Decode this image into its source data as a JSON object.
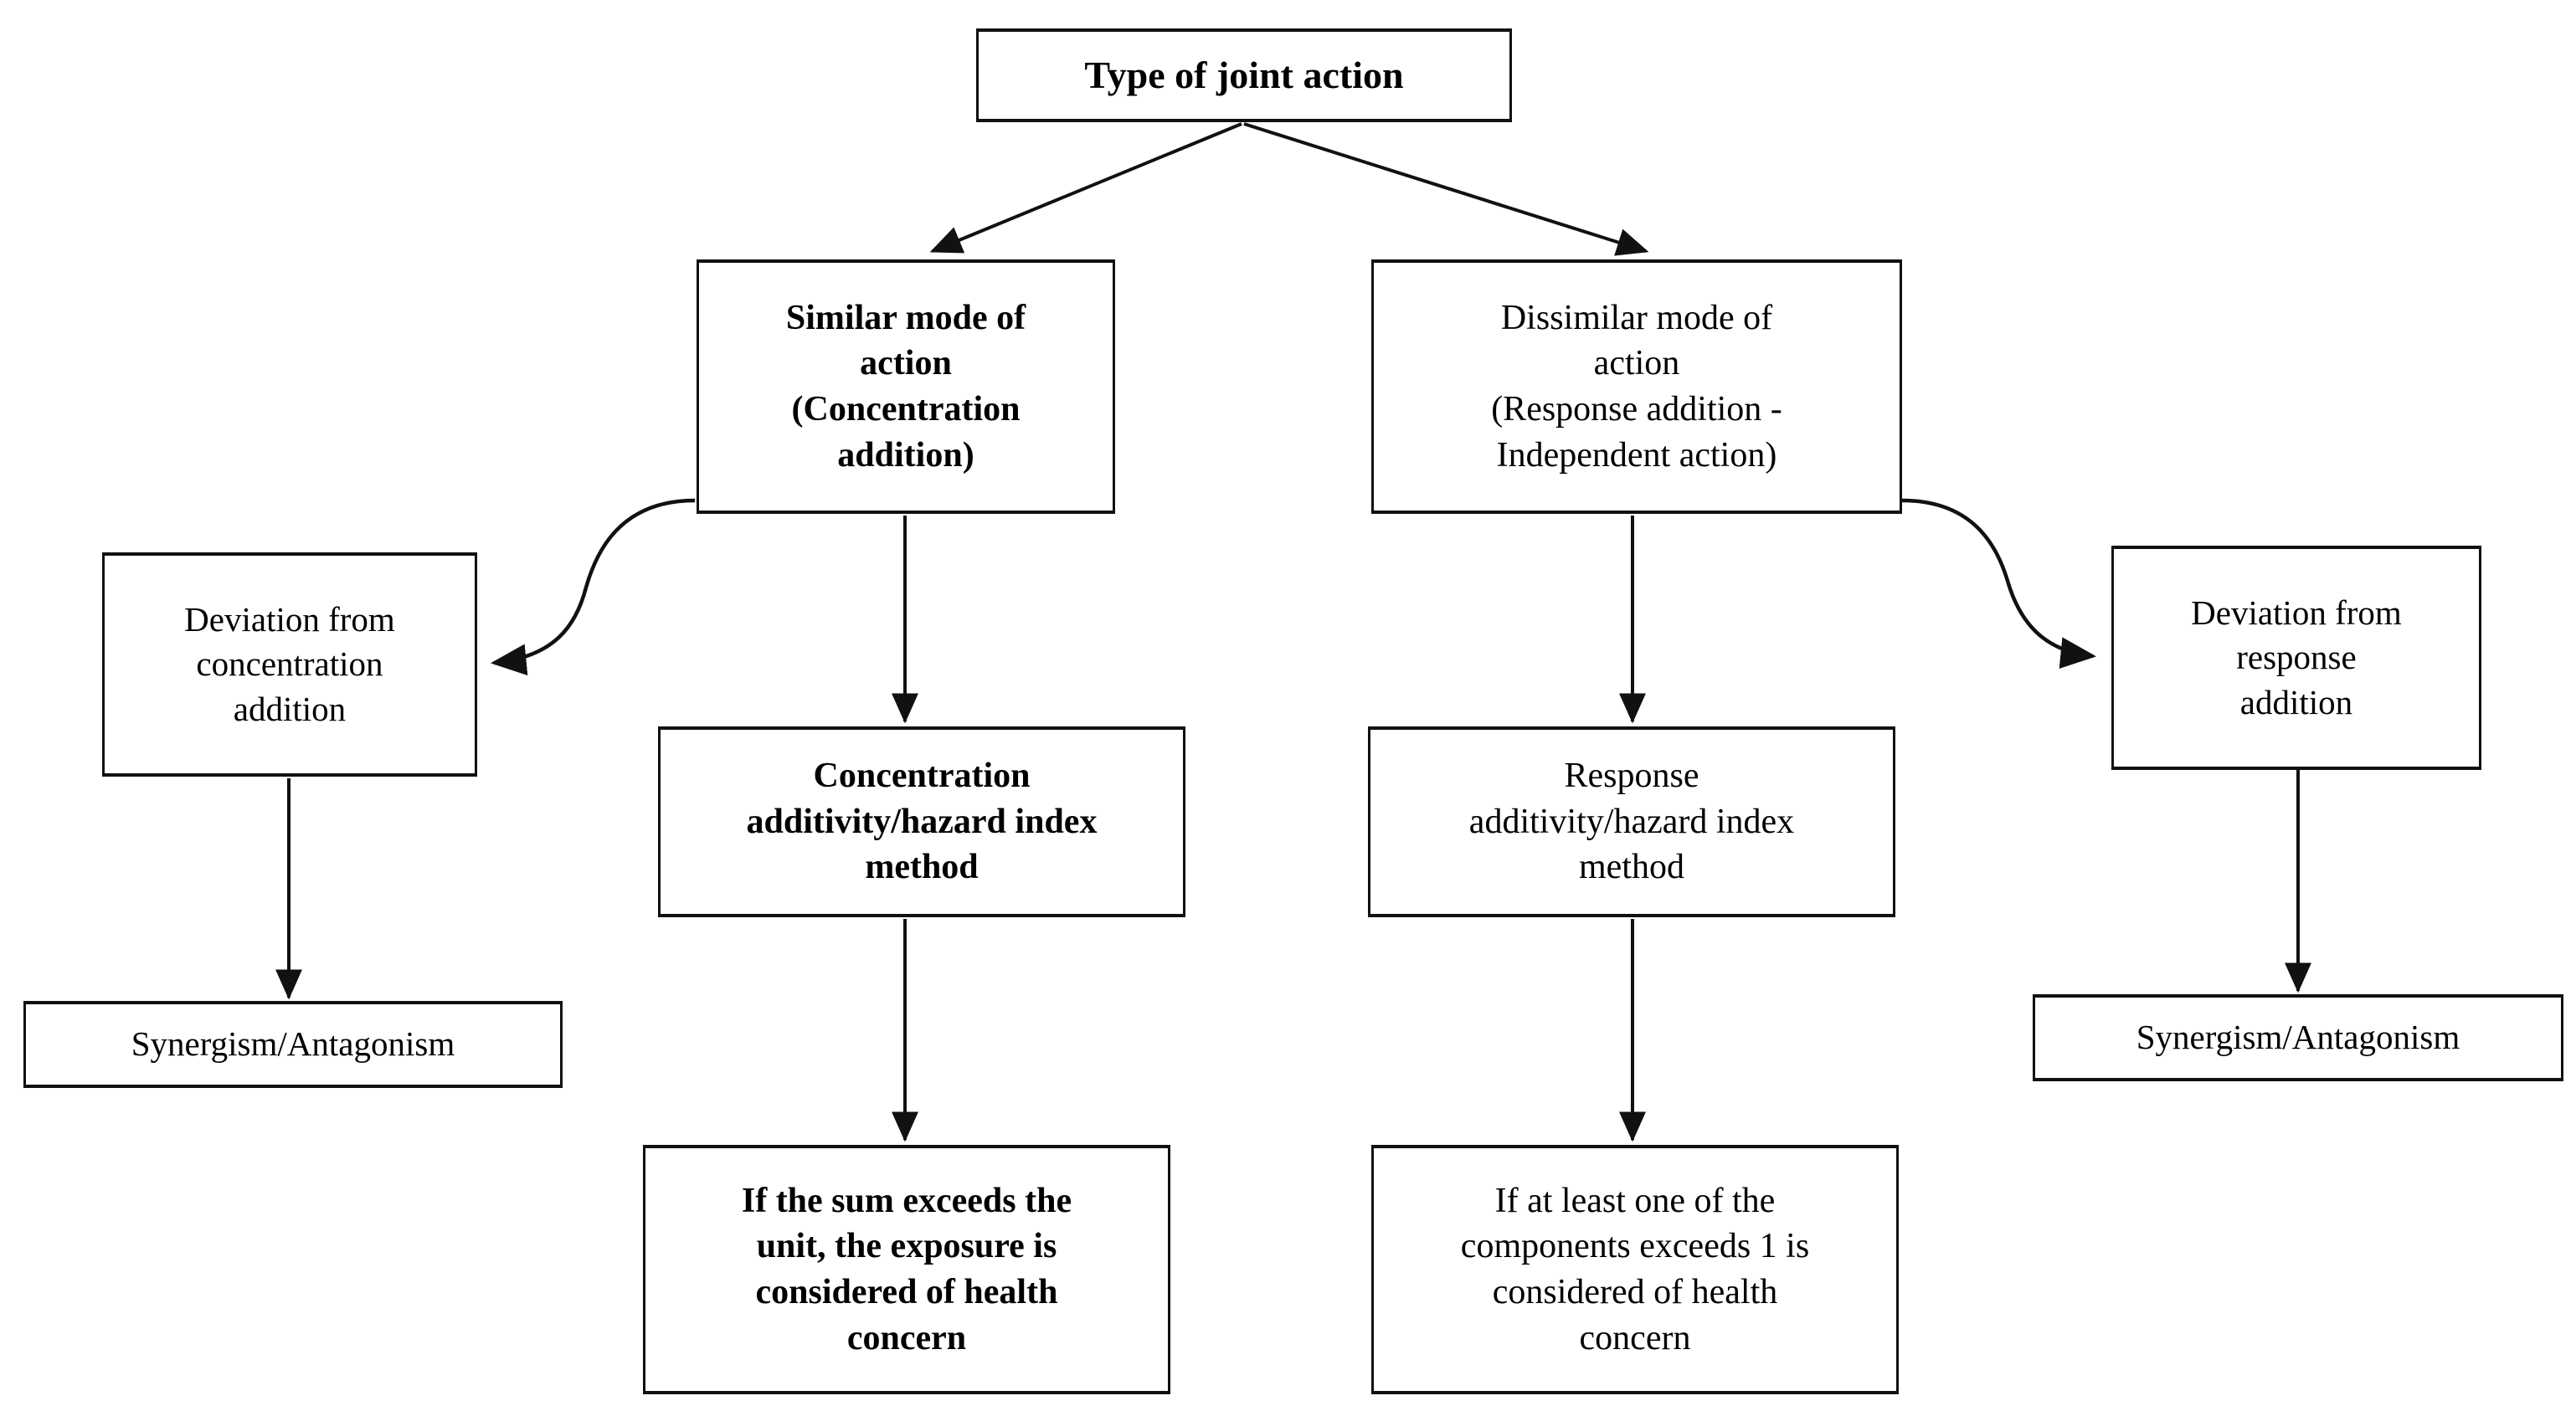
{
  "diagram": {
    "title": "Type of joint action",
    "background_color": "#ffffff",
    "stroke_color": "#111111",
    "text_color": "#000000",
    "nodes": {
      "root": {
        "label": "Type of joint action",
        "weight": "bold"
      },
      "similar_mode": {
        "label": "Similar  mode of\naction\n(Concentration\naddition)",
        "weight": "bold"
      },
      "dissimilar_mode": {
        "label": "Dissimilar mode of\naction\n(Response addition -\nIndependent  action)",
        "weight": "normal"
      },
      "deviation_concentration": {
        "label": "Deviation  from\nconcentration\naddition",
        "weight": "normal"
      },
      "deviation_response": {
        "label": "Deviation  from\nresponse\naddition",
        "weight": "normal"
      },
      "concentration_method": {
        "label": "Concentration\nadditivity/hazard  index\nmethod",
        "weight": "bold"
      },
      "response_method": {
        "label": "Response\nadditivity/hazard  index\nmethod",
        "weight": "normal"
      },
      "synergism_left": {
        "label": "Synergism/Antagonism",
        "weight": "normal"
      },
      "synergism_right": {
        "label": "Synergism/Antagonism",
        "weight": "normal"
      },
      "sum_exceeds": {
        "label": "If the sum  exceeds the\nunit, the exposure  is\nconsidered  of health\nconcern",
        "weight": "bold"
      },
      "component_exceeds": {
        "label": "If at least one of the\ncomponents  exceeds  1 is\nconsidered  of health\nconcern",
        "weight": "normal"
      }
    },
    "edges": [
      {
        "from": "root",
        "to": "similar_mode",
        "style": "straight-diagonal",
        "arrow": "filled-triangle"
      },
      {
        "from": "root",
        "to": "dissimilar_mode",
        "style": "straight-diagonal",
        "arrow": "filled-triangle"
      },
      {
        "from": "similar_mode",
        "to": "deviation_concentration",
        "style": "s-curve",
        "arrow": "filled-triangle"
      },
      {
        "from": "dissimilar_mode",
        "to": "deviation_response",
        "style": "s-curve",
        "arrow": "filled-triangle"
      },
      {
        "from": "similar_mode",
        "to": "concentration_method",
        "style": "vertical",
        "arrow": "filled-triangle"
      },
      {
        "from": "dissimilar_mode",
        "to": "response_method",
        "style": "vertical",
        "arrow": "filled-triangle"
      },
      {
        "from": "deviation_concentration",
        "to": "synergism_left",
        "style": "vertical",
        "arrow": "filled-triangle"
      },
      {
        "from": "deviation_response",
        "to": "synergism_right",
        "style": "vertical",
        "arrow": "filled-triangle"
      },
      {
        "from": "concentration_method",
        "to": "sum_exceeds",
        "style": "vertical",
        "arrow": "filled-triangle"
      },
      {
        "from": "response_method",
        "to": "component_exceeds",
        "style": "vertical",
        "arrow": "filled-triangle"
      }
    ]
  }
}
